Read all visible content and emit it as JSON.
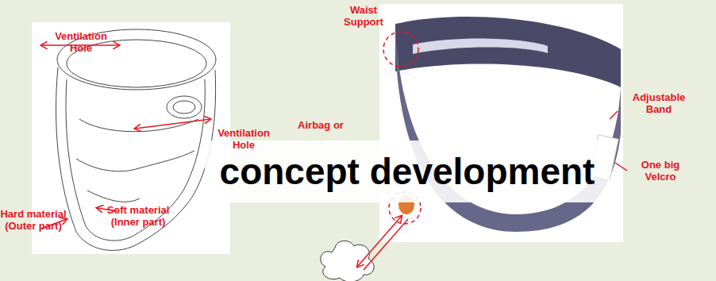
{
  "diagram": {
    "title": "concept development",
    "labels": [
      "Ventilation Hole",
      "Ventilation Hole",
      "Airbag or",
      "Waist Support",
      "Adjustable Band",
      "One big Velcro",
      "Soft material (Inner part)",
      "Hard material (Outer part)"
    ]
  }
}
